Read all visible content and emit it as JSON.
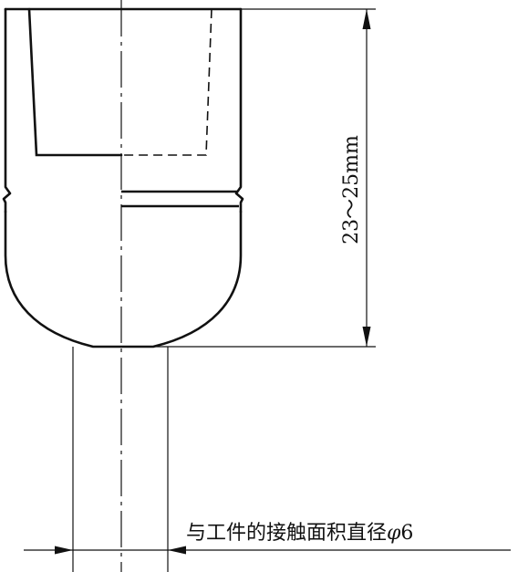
{
  "diagram": {
    "dimension_height_label": "23～25mm",
    "dimension_diameter_label": "与工件的接触面积直径",
    "diameter_symbol": "φ",
    "diameter_value": "6"
  },
  "colors": {
    "line": "#111111",
    "background": "#ffffff"
  }
}
